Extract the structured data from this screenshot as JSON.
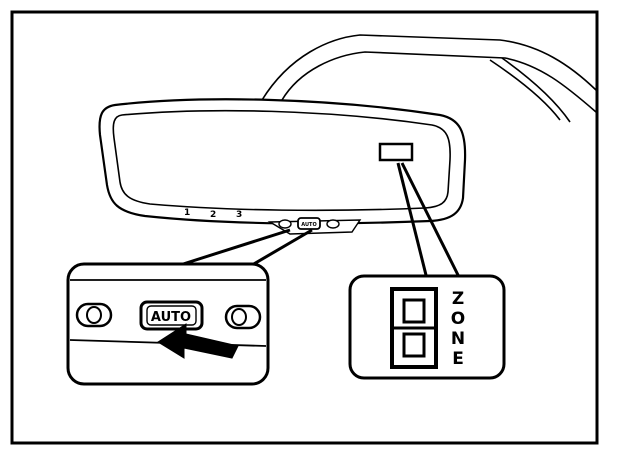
{
  "mirror": {
    "preset_labels": [
      "1",
      "2",
      "3"
    ],
    "auto_label": "AUTO"
  },
  "callout_buttons": {
    "auto_label": "AUTO"
  },
  "compass_display": {
    "zone_letters": [
      "Z",
      "O",
      "N",
      "E"
    ]
  },
  "colors": {
    "ink": "#000000",
    "paper": "#ffffff"
  }
}
